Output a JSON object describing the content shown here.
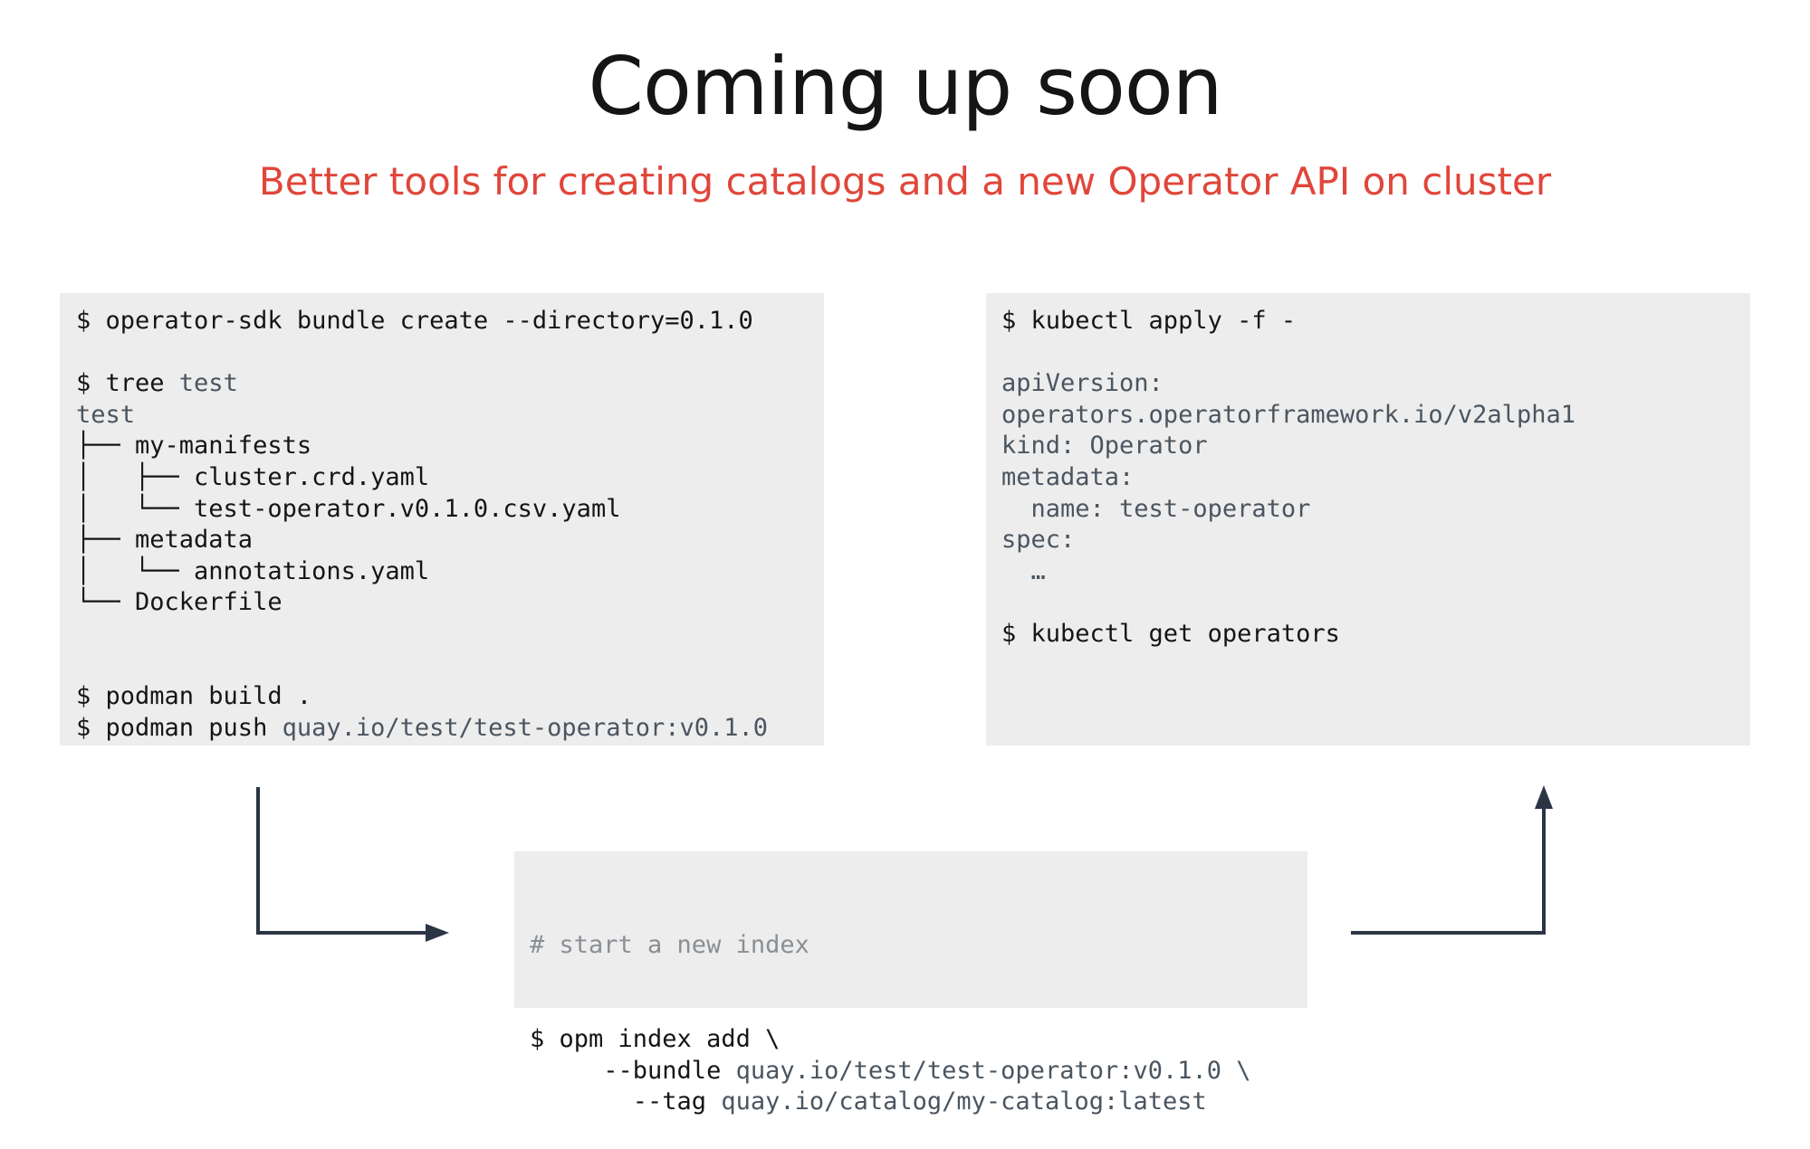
{
  "title": "Coming up soon",
  "subtitle": "Better tools for creating catalogs and a new Operator API on cluster",
  "bundle_box": {
    "lines": [
      {
        "cmd": "$ operator-sdk bundle create --directory=0.1.0",
        "arg": ""
      },
      {
        "cmd": "",
        "arg": ""
      },
      {
        "cmd": "$ tree ",
        "arg": "test"
      },
      {
        "cmd": "",
        "arg": "test"
      },
      {
        "cmd": "├── my-manifests",
        "arg": ""
      },
      {
        "cmd": "│   ├── cluster.crd.yaml",
        "arg": ""
      },
      {
        "cmd": "│   └── test-operator.v0.1.0.csv.yaml",
        "arg": ""
      },
      {
        "cmd": "├── metadata",
        "arg": ""
      },
      {
        "cmd": "│   └── annotations.yaml",
        "arg": ""
      },
      {
        "cmd": "└── Dockerfile",
        "arg": ""
      },
      {
        "cmd": "",
        "arg": ""
      },
      {
        "cmd": "",
        "arg": ""
      },
      {
        "cmd": "$ podman build .",
        "arg": ""
      },
      {
        "cmd": "$ podman push ",
        "arg": "quay.io/test/test-operator:v0.1.0"
      }
    ]
  },
  "kubectl_box": {
    "lines": [
      {
        "cmd": "$ kubectl apply -f -",
        "arg": ""
      },
      {
        "cmd": "",
        "arg": ""
      },
      {
        "cmd": "",
        "arg": "apiVersion:"
      },
      {
        "cmd": "",
        "arg": "operators.operatorframework.io/v2alpha1"
      },
      {
        "cmd": "",
        "arg": "kind: Operator"
      },
      {
        "cmd": "",
        "arg": "metadata:"
      },
      {
        "cmd": "",
        "arg": "  name: test-operator"
      },
      {
        "cmd": "",
        "arg": "spec:"
      },
      {
        "cmd": "",
        "arg": "  …"
      },
      {
        "cmd": "",
        "arg": ""
      },
      {
        "cmd": "$ kubectl get operators",
        "arg": ""
      }
    ]
  },
  "opm_box": {
    "comment": "# start a new index",
    "lines": [
      {
        "cmd": "$ opm index add \\",
        "arg": ""
      },
      {
        "cmd": "     --bundle ",
        "arg": "quay.io/test/test-operator:v0.1.0 \\"
      },
      {
        "cmd": "       --tag ",
        "arg": "quay.io/catalog/my-catalog:latest"
      }
    ]
  },
  "colors": {
    "title": "#151515",
    "subtitle": "#e0463a",
    "code_background": "#ededed",
    "arrow": "#2b3544",
    "muted_text": "#4a5560",
    "comment_text": "#8a8f94"
  }
}
